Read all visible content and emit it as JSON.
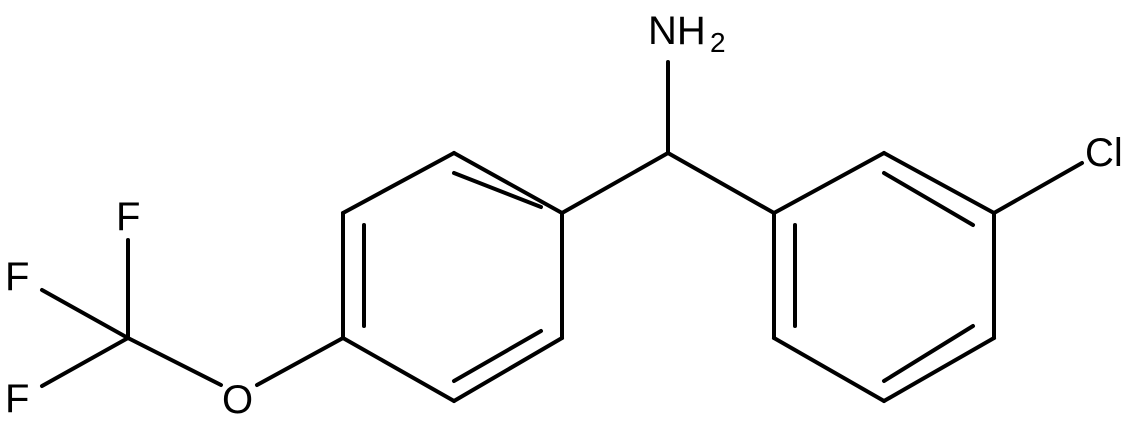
{
  "molecule": {
    "labels": {
      "amine_n": "NH",
      "amine_h_count": "2",
      "chlorine": "Cl",
      "oxygen": "O",
      "fluorine_top": "F",
      "fluorine_left": "F",
      "fluorine_bottom": "F"
    },
    "colors": {
      "bond": "#000000",
      "text": "#000000",
      "background": "#ffffff"
    }
  }
}
